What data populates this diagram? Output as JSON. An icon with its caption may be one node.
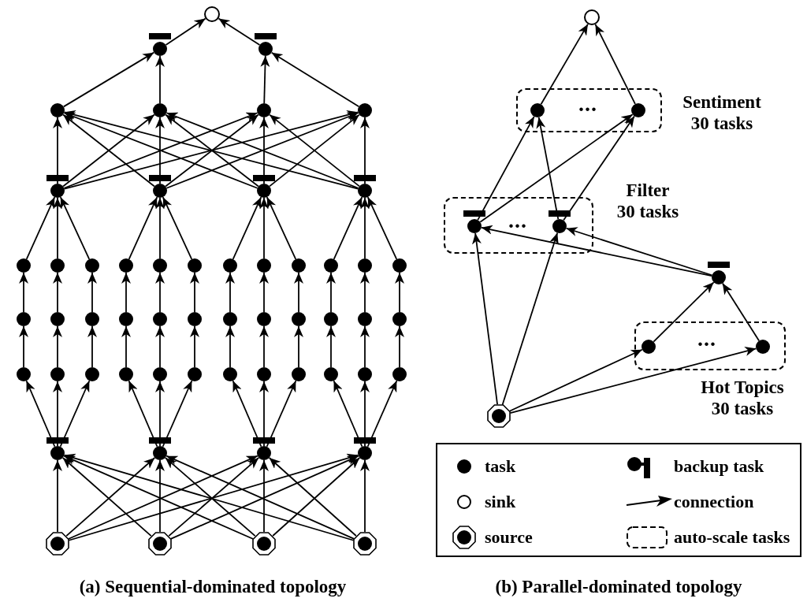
{
  "diagram": {
    "nodes": [
      {
        "text": [],
        "shape": "ring"
      },
      {
        "text": [],
        "shape": "tee"
      },
      {
        "text": [],
        "shape": "tee"
      },
      {
        "text": [],
        "shape": "circle"
      },
      {
        "text": [],
        "shape": "circle"
      },
      {
        "text": [],
        "shape": "circle"
      },
      {
        "text": [],
        "shape": "circle"
      },
      {
        "text": [],
        "shape": "tee"
      },
      {
        "text": [],
        "shape": "tee"
      },
      {
        "text": [],
        "shape": "tee"
      },
      {
        "text": [],
        "shape": "tee"
      },
      {
        "text": [],
        "shape": "circle"
      },
      {
        "text": [],
        "shape": "circle"
      },
      {
        "text": [],
        "shape": "circle"
      },
      {
        "text": [],
        "shape": "circle"
      },
      {
        "text": [],
        "shape": "circle"
      },
      {
        "text": [],
        "shape": "circle"
      },
      {
        "text": [],
        "shape": "circle"
      },
      {
        "text": [],
        "shape": "circle"
      },
      {
        "text": [],
        "shape": "circle"
      },
      {
        "text": [],
        "shape": "circle"
      },
      {
        "text": [],
        "shape": "circle"
      },
      {
        "text": [],
        "shape": "circle"
      },
      {
        "text": [],
        "shape": "circle"
      },
      {
        "text": [],
        "shape": "circle"
      },
      {
        "text": [],
        "shape": "circle"
      },
      {
        "text": [],
        "shape": "circle"
      },
      {
        "text": [],
        "shape": "circle"
      },
      {
        "text": [],
        "shape": "circle"
      },
      {
        "text": [],
        "shape": "circle"
      },
      {
        "text": [],
        "shape": "circle"
      },
      {
        "text": [],
        "shape": "circle"
      },
      {
        "text": [],
        "shape": "circle"
      },
      {
        "text": [],
        "shape": "circle"
      },
      {
        "text": [],
        "shape": "circle"
      },
      {
        "text": [],
        "shape": "circle"
      },
      {
        "text": [],
        "shape": "circle"
      },
      {
        "text": [],
        "shape": "circle"
      },
      {
        "text": [],
        "shape": "circle"
      },
      {
        "text": [],
        "shape": "circle"
      },
      {
        "text": [],
        "shape": "circle"
      },
      {
        "text": [],
        "shape": "circle"
      },
      {
        "text": [],
        "shape": "circle"
      },
      {
        "text": [],
        "shape": "circle"
      },
      {
        "text": [],
        "shape": "circle"
      },
      {
        "text": [],
        "shape": "circle"
      },
      {
        "text": [],
        "shape": "circle"
      },
      {
        "text": [],
        "shape": "tee"
      },
      {
        "text": [],
        "shape": "tee"
      },
      {
        "text": [],
        "shape": "tee"
      },
      {
        "text": [],
        "shape": "tee"
      },
      {
        "text": [],
        "shape": "octagon"
      },
      {
        "text": [],
        "shape": "octagon"
      },
      {
        "text": [],
        "shape": "octagon"
      },
      {
        "text": [],
        "shape": "octagon"
      },
      {
        "text": [],
        "shape": "ring"
      },
      {
        "text": [
          "Sentiment 30 tasks"
        ]
      },
      {
        "text": [],
        "shape": "circle",
        "in": 56
      },
      {
        "text": [],
        "shape": "circle",
        "in": 56
      },
      {
        "text": [
          "Filter 30 tasks"
        ]
      },
      {
        "text": [],
        "shape": "tee",
        "in": 59
      },
      {
        "text": [],
        "shape": "tee",
        "in": 59
      },
      {
        "text": [],
        "shape": "tee"
      },
      {
        "text": [
          "Hot Topics 30 tasks"
        ]
      },
      {
        "text": [],
        "shape": "circle",
        "in": 63
      },
      {
        "text": [],
        "shape": "circle",
        "in": 63
      },
      {
        "text": [],
        "shape": "octagon"
      }
    ],
    "edges": [
      {
        "from": 1,
        "to": 0,
        "arrow": "to"
      },
      {
        "from": 2,
        "to": 0,
        "arrow": "to"
      },
      {
        "from": 3,
        "to": 1,
        "arrow": "to"
      },
      {
        "from": 4,
        "to": 1,
        "arrow": "to"
      },
      {
        "from": 5,
        "to": 2,
        "arrow": "to"
      },
      {
        "from": 6,
        "to": 2,
        "arrow": "to"
      },
      {
        "from": 7,
        "to": 3,
        "arrow": "to"
      },
      {
        "from": 7,
        "to": 4,
        "arrow": "to"
      },
      {
        "from": 7,
        "to": 5,
        "arrow": "to"
      },
      {
        "from": 7,
        "to": 6,
        "arrow": "to"
      },
      {
        "from": 8,
        "to": 3,
        "arrow": "to"
      },
      {
        "from": 8,
        "to": 4,
        "arrow": "to"
      },
      {
        "from": 8,
        "to": 5,
        "arrow": "to"
      },
      {
        "from": 8,
        "to": 6,
        "arrow": "to"
      },
      {
        "from": 9,
        "to": 3,
        "arrow": "to"
      },
      {
        "from": 9,
        "to": 4,
        "arrow": "to"
      },
      {
        "from": 9,
        "to": 5,
        "arrow": "to"
      },
      {
        "from": 9,
        "to": 6,
        "arrow": "to"
      },
      {
        "from": 10,
        "to": 3,
        "arrow": "to"
      },
      {
        "from": 10,
        "to": 4,
        "arrow": "to"
      },
      {
        "from": 10,
        "to": 5,
        "arrow": "to"
      },
      {
        "from": 10,
        "to": 6,
        "arrow": "to"
      },
      {
        "from": 11,
        "to": 7,
        "arrow": "to"
      },
      {
        "from": 12,
        "to": 7,
        "arrow": "to"
      },
      {
        "from": 13,
        "to": 7,
        "arrow": "to"
      },
      {
        "from": 14,
        "to": 8,
        "arrow": "to"
      },
      {
        "from": 15,
        "to": 8,
        "arrow": "to"
      },
      {
        "from": 16,
        "to": 8,
        "arrow": "to"
      },
      {
        "from": 17,
        "to": 9,
        "arrow": "to"
      },
      {
        "from": 18,
        "to": 9,
        "arrow": "to"
      },
      {
        "from": 19,
        "to": 9,
        "arrow": "to"
      },
      {
        "from": 20,
        "to": 10,
        "arrow": "to"
      },
      {
        "from": 21,
        "to": 10,
        "arrow": "to"
      },
      {
        "from": 22,
        "to": 10,
        "arrow": "to"
      },
      {
        "from": 23,
        "to": 11,
        "arrow": "to"
      },
      {
        "from": 24,
        "to": 12,
        "arrow": "to"
      },
      {
        "from": 25,
        "to": 13,
        "arrow": "to"
      },
      {
        "from": 26,
        "to": 14,
        "arrow": "to"
      },
      {
        "from": 27,
        "to": 15,
        "arrow": "to"
      },
      {
        "from": 28,
        "to": 16,
        "arrow": "to"
      },
      {
        "from": 29,
        "to": 17,
        "arrow": "to"
      },
      {
        "from": 30,
        "to": 18,
        "arrow": "to"
      },
      {
        "from": 31,
        "to": 19,
        "arrow": "to"
      },
      {
        "from": 32,
        "to": 20,
        "arrow": "to"
      },
      {
        "from": 33,
        "to": 21,
        "arrow": "to"
      },
      {
        "from": 34,
        "to": 22,
        "arrow": "to"
      },
      {
        "from": 35,
        "to": 23,
        "arrow": "to"
      },
      {
        "from": 36,
        "to": 24,
        "arrow": "to"
      },
      {
        "from": 37,
        "to": 25,
        "arrow": "to"
      },
      {
        "from": 38,
        "to": 26,
        "arrow": "to"
      },
      {
        "from": 39,
        "to": 27,
        "arrow": "to"
      },
      {
        "from": 40,
        "to": 28,
        "arrow": "to"
      },
      {
        "from": 41,
        "to": 29,
        "arrow": "to"
      },
      {
        "from": 42,
        "to": 30,
        "arrow": "to"
      },
      {
        "from": 43,
        "to": 31,
        "arrow": "to"
      },
      {
        "from": 44,
        "to": 32,
        "arrow": "to"
      },
      {
        "from": 45,
        "to": 33,
        "arrow": "to"
      },
      {
        "from": 46,
        "to": 34,
        "arrow": "to"
      },
      {
        "from": 47,
        "to": 35,
        "arrow": "to"
      },
      {
        "from": 47,
        "to": 36,
        "arrow": "to"
      },
      {
        "from": 47,
        "to": 37,
        "arrow": "to"
      },
      {
        "from": 48,
        "to": 38,
        "arrow": "to"
      },
      {
        "from": 48,
        "to": 39,
        "arrow": "to"
      },
      {
        "from": 48,
        "to": 40,
        "arrow": "to"
      },
      {
        "from": 49,
        "to": 41,
        "arrow": "to"
      },
      {
        "from": 49,
        "to": 42,
        "arrow": "to"
      },
      {
        "from": 49,
        "to": 43,
        "arrow": "to"
      },
      {
        "from": 50,
        "to": 44,
        "arrow": "to"
      },
      {
        "from": 50,
        "to": 45,
        "arrow": "to"
      },
      {
        "from": 50,
        "to": 46,
        "arrow": "to"
      },
      {
        "from": 51,
        "to": 47,
        "arrow": "to"
      },
      {
        "from": 51,
        "to": 48,
        "arrow": "to"
      },
      {
        "from": 51,
        "to": 49,
        "arrow": "to"
      },
      {
        "from": 51,
        "to": 50,
        "arrow": "to"
      },
      {
        "from": 52,
        "to": 47,
        "arrow": "to"
      },
      {
        "from": 52,
        "to": 48,
        "arrow": "to"
      },
      {
        "from": 52,
        "to": 49,
        "arrow": "to"
      },
      {
        "from": 52,
        "to": 50,
        "arrow": "to"
      },
      {
        "from": 53,
        "to": 47,
        "arrow": "to"
      },
      {
        "from": 53,
        "to": 48,
        "arrow": "to"
      },
      {
        "from": 53,
        "to": 49,
        "arrow": "to"
      },
      {
        "from": 53,
        "to": 50,
        "arrow": "to"
      },
      {
        "from": 54,
        "to": 47,
        "arrow": "to"
      },
      {
        "from": 54,
        "to": 48,
        "arrow": "to"
      },
      {
        "from": 54,
        "to": 49,
        "arrow": "to"
      },
      {
        "from": 54,
        "to": 50,
        "arrow": "to"
      },
      {
        "from": 57,
        "to": 55,
        "arrow": "to"
      },
      {
        "from": 58,
        "to": 55,
        "arrow": "to"
      },
      {
        "from": 60,
        "to": 57,
        "arrow": "to"
      },
      {
        "from": 60,
        "to": 58,
        "arrow": "to"
      },
      {
        "from": 61,
        "to": 57,
        "arrow": "to"
      },
      {
        "from": 61,
        "to": 58,
        "arrow": "to"
      },
      {
        "from": 62,
        "to": 60,
        "arrow": "to"
      },
      {
        "from": 62,
        "to": 61,
        "arrow": "to"
      },
      {
        "from": 64,
        "to": 62,
        "arrow": "to"
      },
      {
        "from": 65,
        "to": 62,
        "arrow": "to"
      },
      {
        "from": 66,
        "to": 60,
        "arrow": "to"
      },
      {
        "from": 66,
        "to": 61,
        "arrow": "to"
      },
      {
        "from": 66,
        "to": 64,
        "arrow": "to"
      },
      {
        "from": 66,
        "to": 65,
        "arrow": "to"
      }
    ],
    "labels": [
      "...",
      "...",
      "...",
      "(a) Sequential-dominated topology",
      "(b) Parallel-dominated topology"
    ],
    "legend": [
      {
        "text": "task"
      },
      {
        "text": "backup task"
      },
      {
        "text": "sink"
      },
      {
        "text": "connection"
      },
      {
        "text": "source"
      },
      {
        "text": "auto-scale tasks"
      }
    ]
  }
}
